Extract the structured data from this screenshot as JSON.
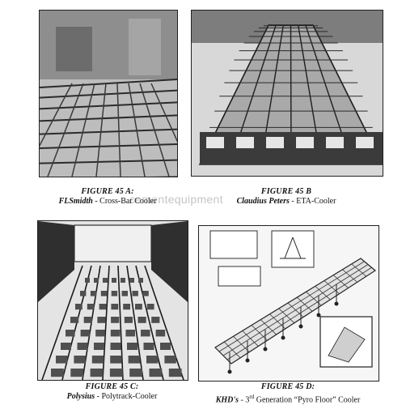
{
  "watermark": "cementequipment",
  "figures": [
    {
      "title": "FIGURE 45 A:",
      "brand": "FLSmidth",
      "desc": " - Cross-Bar Cooler"
    },
    {
      "title": "FIGURE 45 B",
      "brand": "Claudius Peters",
      "desc": " - ETA-Cooler"
    },
    {
      "title": "FIGURE 45 C:",
      "brand": "Polysius",
      "desc": " - Polytrack-Cooler"
    },
    {
      "title": "FIGURE 45 D:",
      "brand": "KHD's",
      "desc_pre": " - 3",
      "desc_sup": "rd",
      "desc_post": " Generation “Pyro Floor” Cooler"
    }
  ]
}
